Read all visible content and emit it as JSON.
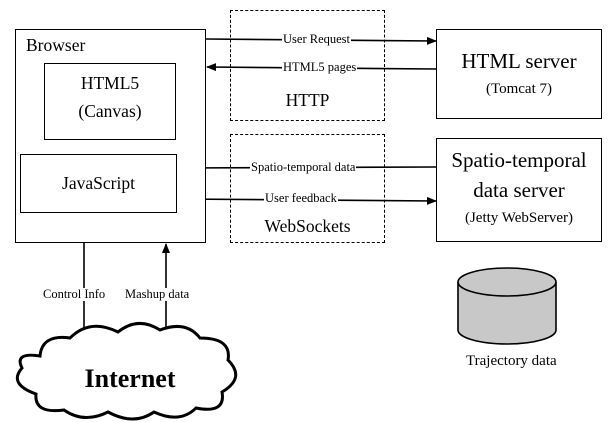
{
  "browser": {
    "title": "Browser",
    "html5_line1": "HTML5",
    "html5_line2": "(Canvas)",
    "javascript": "JavaScript"
  },
  "http": {
    "label": "HTTP"
  },
  "websockets": {
    "label": "WebSockets"
  },
  "html_server": {
    "title": "HTML server",
    "subtitle": "(Tomcat 7)"
  },
  "st_server": {
    "line1": "Spatio-temporal",
    "line2": "data server",
    "line3": "(Jetty WebServer)"
  },
  "arrows": {
    "user_request": "User Request",
    "html5_pages": "HTML5 pages",
    "st_data": "Spatio-temporal data",
    "user_feedback": "User feedback",
    "control_info": "Control Info",
    "mashup_data": "Mashup data"
  },
  "internet": {
    "label": "Internet"
  },
  "trajectory": {
    "label": "Trajectory data"
  }
}
